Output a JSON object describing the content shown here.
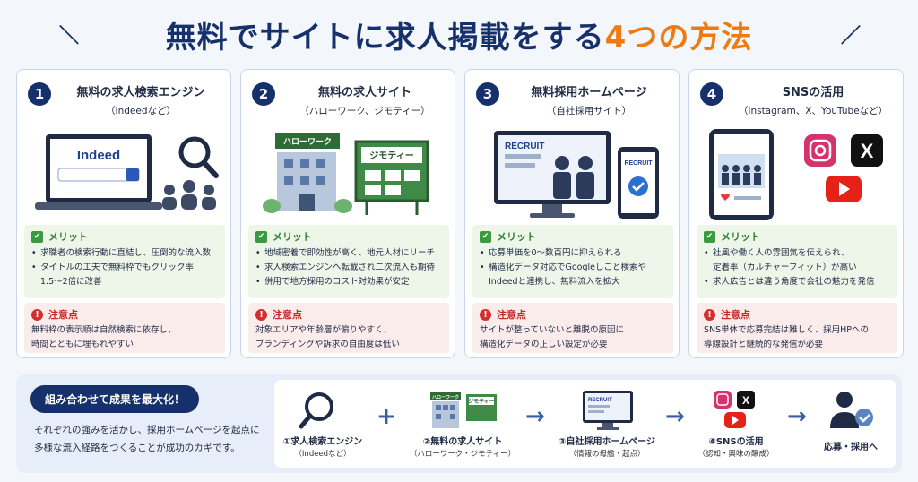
{
  "header": {
    "title_main": "無料でサイトに求人掲載をする",
    "title_accent": "4つの方法"
  },
  "colors": {
    "navy": "#15306b",
    "orange": "#f07a12",
    "merit_green": "#2e7d32",
    "caution_red": "#c62828"
  },
  "cards": [
    {
      "num": "1",
      "title": "無料の求人検索エンジン",
      "subtitle": "（Indeedなど）",
      "illustration_text": {
        "brand": "Indeed"
      },
      "merit_label": "メリット",
      "merits": [
        "求職者の検索行動に直結し、圧倒的な流入数",
        "タイトルの工夫で無料枠でもクリック率",
        "1.5〜2倍に改善"
      ],
      "caution_label": "注意点",
      "cautions": [
        "無料枠の表示順は自然検索に依存し、",
        "時間とともに埋もれやすい"
      ]
    },
    {
      "num": "2",
      "title": "無料の求人サイト",
      "subtitle": "（ハローワーク、ジモティー）",
      "illustration_text": {
        "sign1": "ハローワーク",
        "sign2": "ジモティー"
      },
      "merit_label": "メリット",
      "merits": [
        "地域密着で即効性が高く、地元人材にリーチ",
        "求人検索エンジンへ転載され二次流入も期待",
        "併用で地方採用のコスト対効果が安定"
      ],
      "caution_label": "注意点",
      "cautions": [
        "対象エリアや年齢層が偏りやすく、",
        "ブランディングや訴求の自由度は低い"
      ]
    },
    {
      "num": "3",
      "title": "無料採用ホームページ",
      "subtitle": "（自社採用サイト）",
      "illustration_text": {
        "monitor": "RECRUIT",
        "phone": "RECRUIT"
      },
      "merit_label": "メリット",
      "merits": [
        "応募単価を0〜数百円に抑えられる",
        "構造化データ対応でGoogleしごと検索や",
        "Indeedと連携し、無料流入を拡大"
      ],
      "caution_label": "注意点",
      "cautions": [
        "サイトが整っていないと離脱の原因に",
        "構造化データの正しい設定が必要"
      ]
    },
    {
      "num": "4",
      "title": "SNSの活用",
      "subtitle": "（Instagram、X、YouTubeなど）",
      "illustration_text": {
        "x": "X"
      },
      "merit_label": "メリット",
      "merits": [
        "社風や働く人の雰囲気を伝えられ、",
        "定着率（カルチャーフィット）が高い",
        "求人広告とは違う角度で会社の魅力を発信"
      ],
      "caution_label": "注意点",
      "cautions": [
        "SNS単体で応募完結は難しく、採用HPへの",
        "導線設計と継続的な発信が必要"
      ]
    }
  ],
  "bottom": {
    "pill": "組み合わせて成果を最大化！",
    "desc_line1": "それぞれの強みを活かし、採用ホームページを起点に",
    "desc_line2": "多様な流入経路をつくることが成功のカギです。",
    "steps": [
      {
        "label": "①求人検索エンジン",
        "sub": "（Indeedなど）"
      },
      {
        "label": "②無料の求人サイト",
        "sub": "（ハローワーク・ジモティー）",
        "sign1": "ハローワーク",
        "sign2": "ジモティー"
      },
      {
        "label": "③自社採用ホームページ",
        "sub": "（情報の母艦・起点）",
        "monitor": "RECRUIT"
      },
      {
        "label": "④SNSの活用",
        "sub": "（認知・興味の醸成）",
        "x": "X"
      },
      {
        "label": "応募・採用へ",
        "sub": ""
      }
    ],
    "plus": "+",
    "arrow": "→"
  }
}
